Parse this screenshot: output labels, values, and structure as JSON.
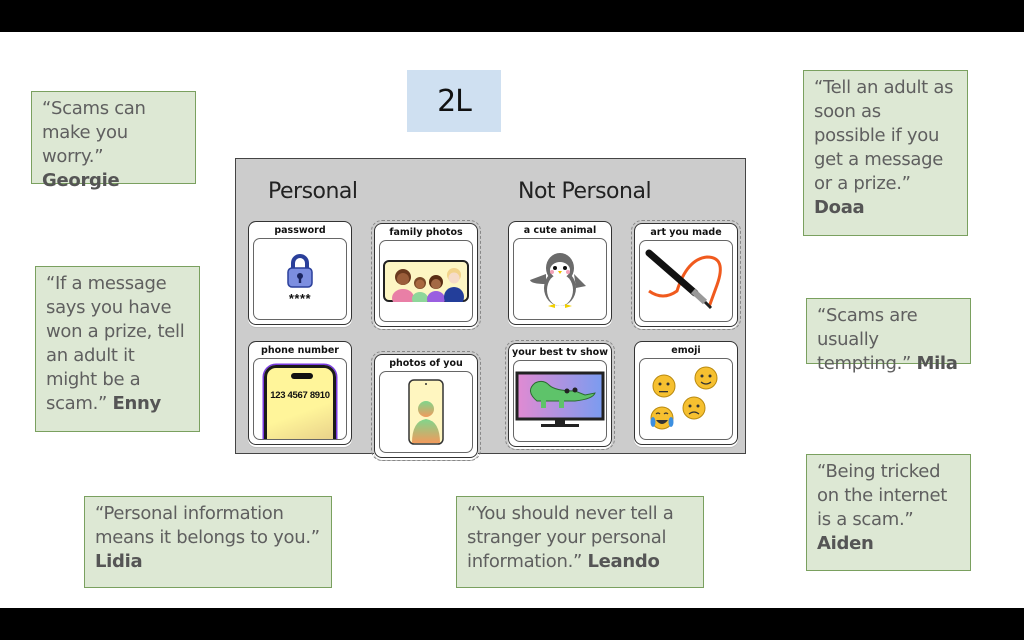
{
  "slide": {
    "badge": "2L",
    "board": {
      "headings": {
        "left": "Personal",
        "right": "Not Personal"
      },
      "cards": [
        {
          "label": "password",
          "icon": "padlock-icon",
          "extra": "****"
        },
        {
          "label": "family photos",
          "icon": "family-photo-icon"
        },
        {
          "label": "a cute animal",
          "icon": "penguin-icon"
        },
        {
          "label": "art you made",
          "icon": "pen-drawing-icon"
        },
        {
          "label": "phone number",
          "icon": "phone-icon",
          "extra": "123 4567 8910"
        },
        {
          "label": "photos of you",
          "icon": "selfie-phone-icon"
        },
        {
          "label": "your best tv show",
          "icon": "tv-crocodile-icon"
        },
        {
          "label": "emoji",
          "icon": "emoji-faces-icon"
        }
      ]
    },
    "quotes": [
      {
        "text": "“Scams can make you worry.” ",
        "author": "Georgie"
      },
      {
        "text": "“Tell an adult as soon as possible if you get a message or a prize.” ",
        "author": "Doaa"
      },
      {
        "text": "“If a message says you have won a prize, tell an adult it might be a scam.” ",
        "author": "Enny"
      },
      {
        "text": "“Scams are usually tempting.” ",
        "author": "Mila"
      },
      {
        "text": "“Being tricked on the internet is a scam.” ",
        "author": "Aiden"
      },
      {
        "text": "“Personal information means it belongs to you.” ",
        "author": "Lidia"
      },
      {
        "text": "“You should never tell a stranger your personal information.” ",
        "author": "Leando"
      }
    ],
    "colors": {
      "quote_bg": "#dde8d4",
      "quote_border": "#7aa05f",
      "badge_bg": "#cfe0f1",
      "board_bg": "#cccccc"
    }
  }
}
